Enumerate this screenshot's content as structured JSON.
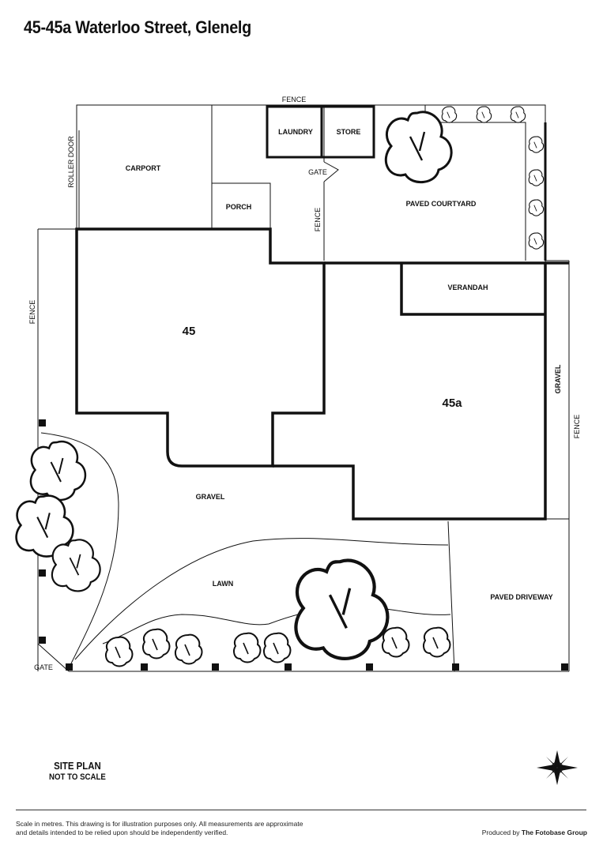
{
  "title": "45-45a Waterloo Street, Glenelg",
  "labels": {
    "fence_top": "FENCE",
    "roller_door": "ROLLER DOOR",
    "carport": "CARPORT",
    "laundry": "LAUNDRY",
    "store": "STORE",
    "gate_mid": "GATE",
    "porch": "PORCH",
    "fence_mid": "FENCE",
    "paved_courtyard": "PAVED COURTYARD",
    "fence_left": "FENCE",
    "verandah": "VERANDAH",
    "unit_45": "45",
    "unit_45a": "45a",
    "gravel_right": "GRAVEL",
    "fence_right": "FENCE",
    "gravel": "GRAVEL",
    "lawn": "LAWN",
    "paved_driveway": "PAVED DRIVEWAY",
    "gate_bottom": "GATE"
  },
  "site_plan": {
    "heading": "SITE PLAN",
    "subheading": "NOT TO SCALE"
  },
  "footer": {
    "disclaimer": "Scale in metres. This drawing is for illustration purposes only. All measurements are approximate and details intended to be relied upon should be independently verified.",
    "produced_prefix": "Produced by",
    "produced_by": "The Fotobase Group"
  },
  "icons": {
    "compass": "compass-rose-icon"
  }
}
